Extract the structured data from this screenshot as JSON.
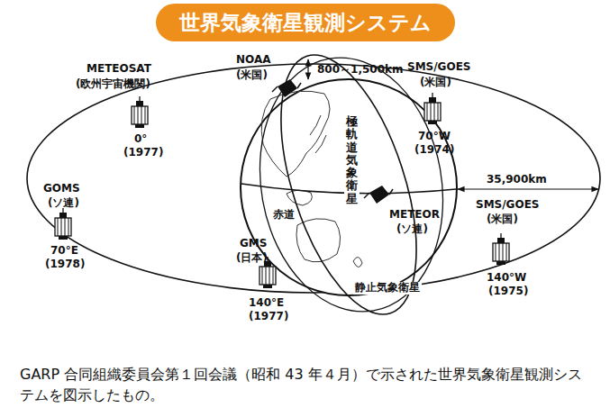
{
  "diagram": {
    "title": "世界気象衛星観測システム",
    "caption": "GARP 合同組織委員会第１回会議（昭和 43 年４月）で示された世界気象衛星観測システムを図示したもの。",
    "labels": [
      "METEOSAT",
      "(欧州宇宙機関)",
      "0°",
      "(1977)",
      "NOAA",
      "(米国)",
      "800～1,500km",
      "SMS/GOES",
      "(米国)",
      "70°W",
      "(1974)",
      "極軌道気象衛星",
      "35,900km",
      "GOMS",
      "(ソ連)",
      "70°E",
      "(1978)",
      "赤道",
      "METEOR",
      "(ソ連)",
      "SMS/GOES",
      "(米国)",
      "140°W",
      "(1975)",
      "GMS",
      "(日本)",
      "140°E",
      "(1977)",
      "静止気象衛星"
    ]
  }
}
